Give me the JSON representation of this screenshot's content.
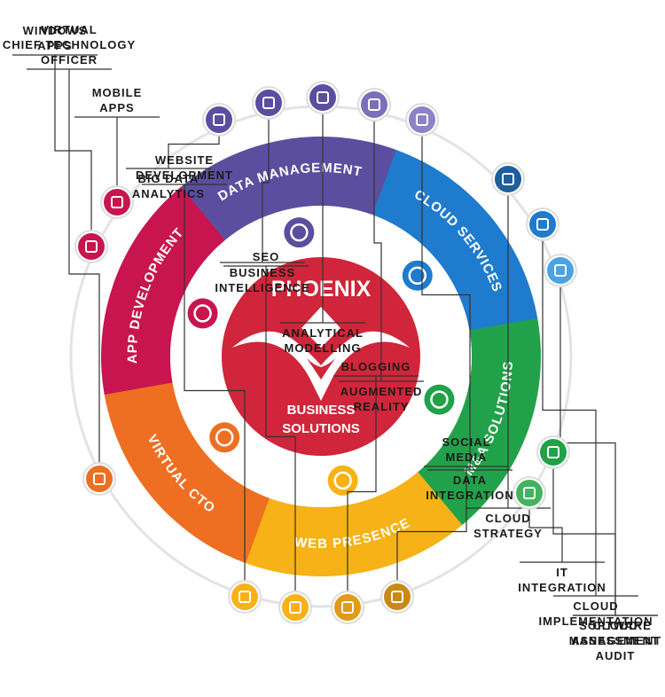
{
  "center": {
    "title": "PHOENIX",
    "subtitle_line1": "BUSINESS",
    "subtitle_line2": "SOLUTIONS",
    "color": "#d0253a"
  },
  "segments": [
    {
      "label": "DATA MANAGEMENT",
      "color": "#5b4e9f",
      "icon": "database-icon"
    },
    {
      "label": "CLOUD SERVICES",
      "color": "#1f7bcd",
      "icon": "cloud-icon"
    },
    {
      "label": "M&A SOLUTIONS",
      "color": "#21a24a",
      "icon": "puzzle-icon"
    },
    {
      "label": "WEB PRESENCE",
      "color": "#f6b216",
      "icon": "globe-icon"
    },
    {
      "label": "VIRTUAL CTO",
      "color": "#ee6f22",
      "icon": "person-icon"
    },
    {
      "label": "APP DEVELOPMENT",
      "color": "#c8154f",
      "icon": "browser-window-icon"
    }
  ],
  "services": [
    {
      "line1": "ANALYTICAL",
      "line2": "MODELLING",
      "color": "#5b4e9f",
      "icon": "line-chart-icon"
    },
    {
      "line1": "BUSINESS",
      "line2": "INTELLIGENCE",
      "color": "#5b4e9f",
      "icon": "lightbulb-icon"
    },
    {
      "line1": "BIG DATA",
      "line2": "ANALYTICS",
      "color": "#5b4e9f",
      "icon": "gears-chart-icon"
    },
    {
      "line1": "AUGMENTED",
      "line2": "REALITY",
      "color": "#7b6fbb",
      "icon": "vr-headset-icon"
    },
    {
      "line1": "DATA",
      "line2": "INTEGRATION",
      "color": "#8d82c6",
      "icon": "database-plus-icon"
    },
    {
      "line1": "CLOUD",
      "line2": "STRATEGY",
      "color": "#1d5f9c",
      "icon": "chess-rook-icon"
    },
    {
      "line1": "CLOUD",
      "line2": "IMPLEMENTATION",
      "color": "#1f7bcd",
      "icon": "cloud-gear-icon"
    },
    {
      "line1": "CLOUD",
      "line2": "MANAGEMENT",
      "color": "#4aa3e3",
      "icon": "cloud-network-icon"
    },
    {
      "line1": "MOBILE",
      "line2": "APPS",
      "color": "#c8154f",
      "icon": "mobile-touch-icon"
    },
    {
      "line1": "WINDOWS",
      "line2": "APPS",
      "color": "#c8154f",
      "icon": "windows-icon"
    },
    {
      "line1": "VIRTUAL",
      "line2": "CHIEF TECHNOLOGY",
      "line3": "OFFICER",
      "color": "#ee6f22",
      "icon": "network-person-icon"
    },
    {
      "line1": "SOFTWARE",
      "line2": "ASSESSMENT",
      "line3": "AUDIT",
      "color": "#21a24a",
      "icon": "clipboard-check-icon"
    },
    {
      "line1": "IT",
      "line2": "INTEGRATION",
      "color": "#42b35e",
      "icon": "gears-icon"
    },
    {
      "line1": "WEBSITE",
      "line2": "DEVELOPMENT",
      "color": "#f6b216",
      "icon": "devices-icon"
    },
    {
      "line1": "SEO",
      "color": "#f6b216",
      "icon": "magnifier-icon"
    },
    {
      "line1": "BLOGGING",
      "color": "#e19b16",
      "icon": "speech-bubble-icon"
    },
    {
      "line1": "SOCIAL",
      "line2": "MEDIA",
      "color": "#c88a14",
      "icon": "social-share-icon"
    }
  ]
}
